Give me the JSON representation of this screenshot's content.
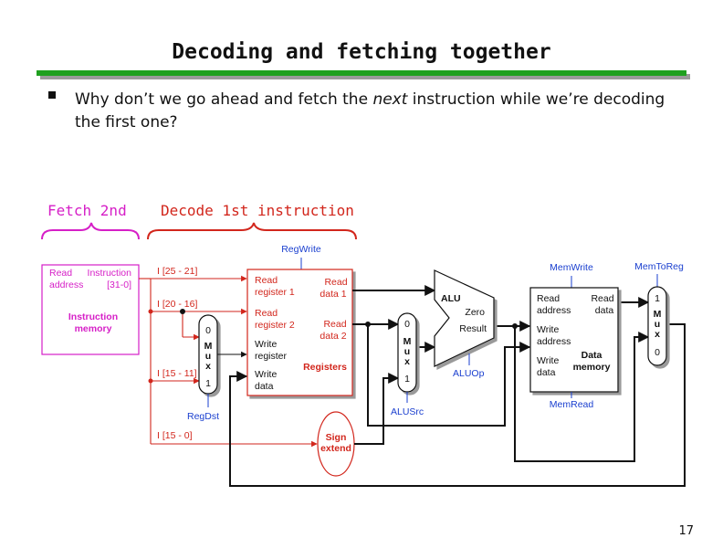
{
  "title": "Decoding and fetching together",
  "bullet": {
    "before": "Why don’t we go ahead and fetch the ",
    "emph": "next",
    "after": " instruction while we’re decoding the first one?"
  },
  "diagram": {
    "fetch_header": "Fetch 2nd",
    "decode_header": "Decode 1st instruction",
    "instr_mem": {
      "read_label": "Read",
      "address_label": "address",
      "instruction_label": "Instruction",
      "bits_label": "[31-0]",
      "name_line1": "Instruction",
      "name_line2": "memory"
    },
    "fields": {
      "rs": "I [25 - 21]",
      "rt": "I [20 - 16]",
      "rd": "I [15 - 11]",
      "imm": "I [15 - 0]"
    },
    "regwrite": "RegWrite",
    "registers": {
      "read_reg1_a": "Read",
      "read_reg1_b": "register 1",
      "read_reg2_a": "Read",
      "read_reg2_b": "register 2",
      "write_reg_a": "Write",
      "write_reg_b": "register",
      "write_data_a": "Write",
      "write_data_b": "data",
      "read_data1_a": "Read",
      "read_data1_b": "data 1",
      "read_data2_a": "Read",
      "read_data2_b": "data 2",
      "name": "Registers"
    },
    "mux_dst": {
      "top": "0",
      "m": "M",
      "u": "u",
      "x": "x",
      "bottom": "1"
    },
    "regdst": "RegDst",
    "sign_extend_a": "Sign",
    "sign_extend_b": "extend",
    "mux_src": {
      "top": "0",
      "m": "M",
      "u": "u",
      "x": "x",
      "bottom": "1"
    },
    "alusrc": "ALUSrc",
    "alu": {
      "name": "ALU",
      "zero": "Zero",
      "result": "Result"
    },
    "aluop": "ALUOp",
    "memwrite": "MemWrite",
    "memread": "MemRead",
    "data_mem": {
      "read_a": "Read",
      "read_b": "address",
      "write_a": "Write",
      "write_b": "address",
      "wdata_a": "Write",
      "wdata_b": "data",
      "rdata_a": "Read",
      "rdata_b": "data",
      "name_a": "Data",
      "name_b": "memory"
    },
    "memtoreg": "MemToReg",
    "mux_mem": {
      "top": "1",
      "m": "M",
      "u": "u",
      "x": "x",
      "bottom": "0"
    }
  },
  "colors": {
    "accent_green": "#1fa01f",
    "fetch": "#d61fc7",
    "decode": "#d2261c",
    "control": "#1a3fcf"
  },
  "page_number": "17"
}
